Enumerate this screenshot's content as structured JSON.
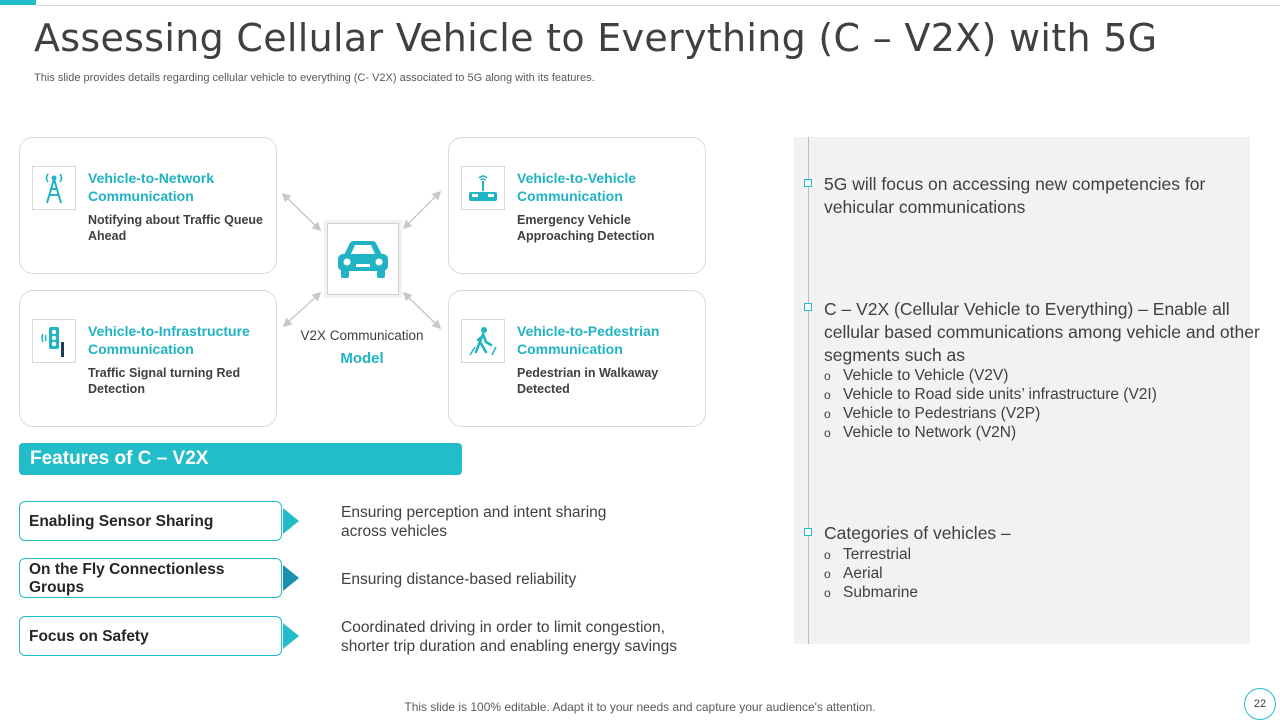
{
  "header": {
    "title": "Assessing  Cellular Vehicle to Everything (C – V2X) with 5G",
    "subtitle": "This slide provides details regarding cellular vehicle to everything (C- V2X)  associated to 5G along with its features."
  },
  "diagram": {
    "cards": [
      {
        "title": "Vehicle-to-Network Communication",
        "desc": "Notifying about Traffic Queue Ahead",
        "icon": "cell-tower-icon"
      },
      {
        "title": "Vehicle-to-Vehicle Communication",
        "desc": "Emergency Vehicle Approaching Detection",
        "icon": "connected-vehicles-icon"
      },
      {
        "title": "Vehicle-to-Infrastructure Communication",
        "desc": "Traffic Signal turning Red Detection",
        "icon": "traffic-signal-icon"
      },
      {
        "title": "Vehicle-to-Pedestrian Communication",
        "desc": "Pedestrian in Walkaway Detected",
        "icon": "pedestrian-crossing-icon"
      }
    ],
    "center_icon": "car-icon",
    "model_label": "V2X Communication",
    "model_sub": "Model"
  },
  "features": {
    "heading": "Features of C – V2X",
    "items": [
      {
        "label": "Enabling Sensor Sharing",
        "desc": "Ensuring perception and intent sharing across vehicles"
      },
      {
        "label": "On the Fly Connectionless Groups",
        "desc": "Ensuring distance-based reliability"
      },
      {
        "label": "Focus on Safety",
        "desc": "Coordinated driving in order to limit congestion, shorter trip duration and enabling energy savings"
      }
    ]
  },
  "right_panel": {
    "bullets": [
      {
        "text": "5G will focus on accessing new competencies for vehicular communications",
        "subs": []
      },
      {
        "text": "C – V2X (Cellular Vehicle to Everything) – Enable all cellular based communications among vehicle and other segments such as",
        "subs": [
          "Vehicle to Vehicle (V2V)",
          "Vehicle to Road side units’ infrastructure  (V2I)",
          "Vehicle to Pedestrians (V2P)",
          "Vehicle to Network (V2N)"
        ]
      },
      {
        "text": "Categories of vehicles –",
        "subs": [
          "Terrestrial",
          "Aerial",
          "Submarine"
        ]
      }
    ]
  },
  "footer": {
    "note": "This slide is 100% editable. Adapt it to your needs and capture your audience's attention.",
    "page": "22"
  },
  "colors": {
    "accent": "#22bdc9",
    "dark_accent": "#1a8fb0",
    "panel": "#f2f2f2"
  }
}
